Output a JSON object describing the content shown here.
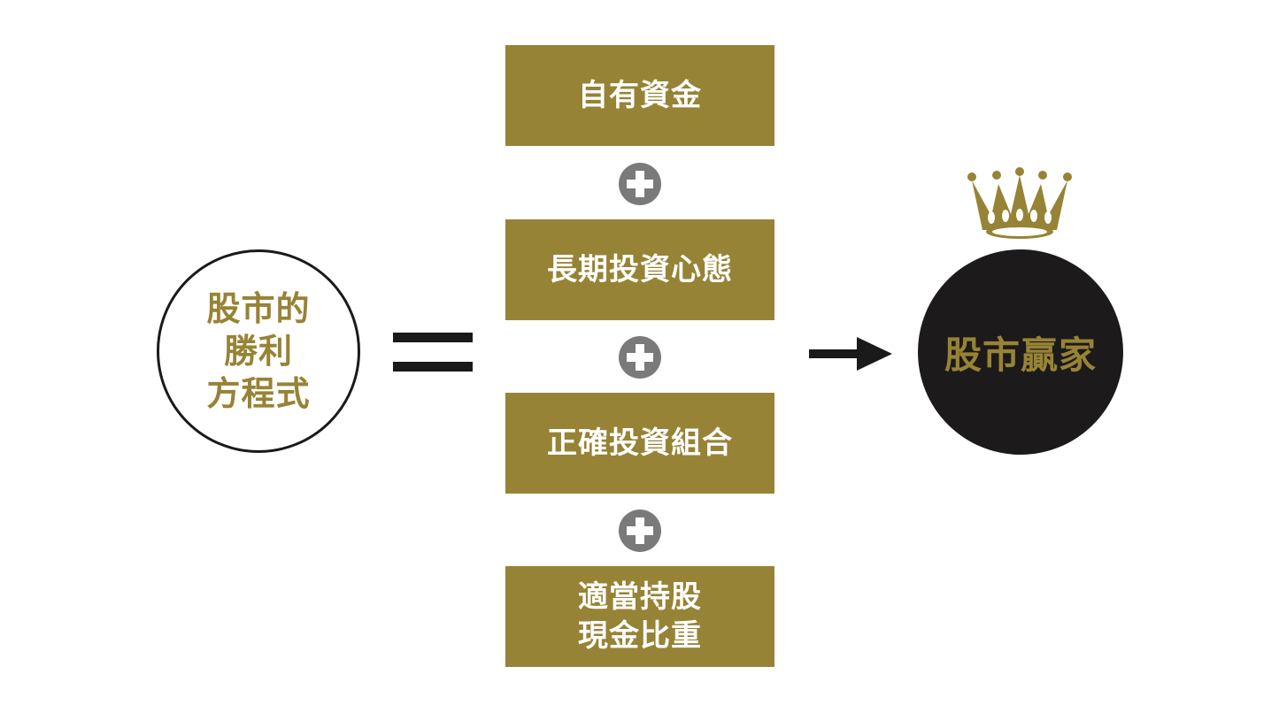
{
  "formula": {
    "lines": [
      "股市的",
      "勝利",
      "方程式"
    ]
  },
  "boxes": [
    {
      "lines": [
        "自有資金"
      ]
    },
    {
      "lines": [
        "長期投資心態"
      ]
    },
    {
      "lines": [
        "正確投資組合"
      ]
    },
    {
      "lines": [
        "適當持股",
        "現金比重"
      ]
    }
  ],
  "result": {
    "label": "股市贏家"
  },
  "colors": {
    "gold": "#978335",
    "black": "#1c1a1a",
    "plus_gray": "#7a7a7a",
    "white": "#ffffff"
  },
  "icons": {
    "equals": "equals-sign-icon",
    "plus": "plus-circle-icon",
    "arrow": "arrow-right-icon",
    "crown": "crown-icon"
  }
}
